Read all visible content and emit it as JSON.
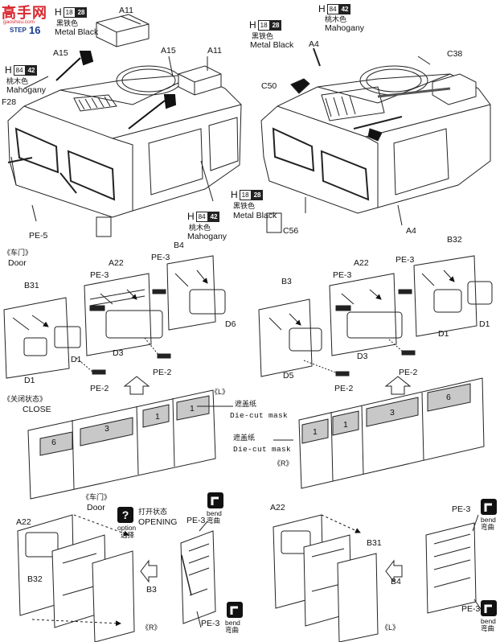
{
  "logo": {
    "text": "高手网",
    "url": "gaoshou.com",
    "step": "STEP",
    "num": "16"
  },
  "paints": {
    "black": {
      "h": "H",
      "n1": "18",
      "n2": "28",
      "cn": "黑铁色",
      "en": "Metal Black"
    },
    "mahogany": {
      "h": "H",
      "n1": "84",
      "n2": "42",
      "cn": "桃木色",
      "en": "Mahogany"
    }
  },
  "parts": {
    "a11": "A11",
    "a15": "A15",
    "f28": "F28",
    "pe5": "PE-5",
    "a4": "A4",
    "c38": "C38",
    "c50": "C50",
    "c56": "C56",
    "a22": "A22",
    "b4": "B4",
    "b3": "B3",
    "b31": "B31",
    "b32": "B32",
    "pe3": "PE-3",
    "pe2": "PE-2",
    "d1": "D1",
    "d3": "D3",
    "d5": "D5",
    "d6": "D6"
  },
  "door": {
    "cn": "《车门》",
    "en": "Door"
  },
  "close": {
    "cn": "《关闭状态》",
    "en": "CLOSE"
  },
  "open": {
    "cn": "打开状态",
    "en": "OPENING",
    "q": "?",
    "option_en": "option",
    "option_cn": "选择"
  },
  "mask": {
    "cn": "遮盖纸",
    "en": "Die-cut mask"
  },
  "sides": {
    "left": "《L》",
    "right": "《R》"
  },
  "bend": {
    "en": "bend",
    "cn": "弯曲"
  },
  "mask_numbers_left": [
    "6",
    "3",
    "1",
    "1"
  ],
  "mask_numbers_right": [
    "1",
    "1",
    "3",
    "6"
  ]
}
